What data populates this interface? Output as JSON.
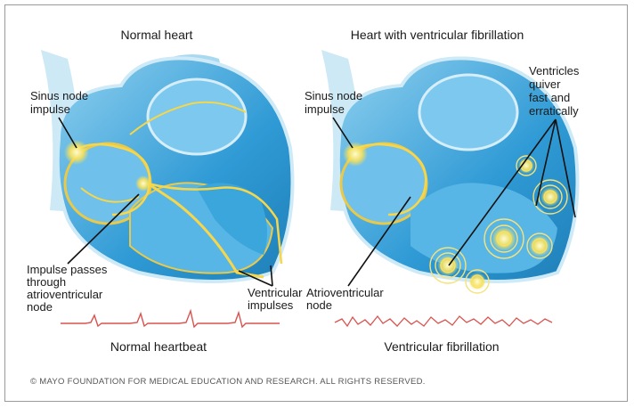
{
  "normal": {
    "title": "Normal heart",
    "sinus_label": [
      "Sinus node",
      "impulse"
    ],
    "av_label": [
      "Impulse passes",
      "through",
      "atrioventricular",
      "node"
    ],
    "vent_label": [
      "Ventricular",
      "impulses"
    ],
    "caption": "Normal heartbeat"
  },
  "vfib": {
    "title": "Heart with ventricular fibrillation",
    "sinus_label": [
      "Sinus node",
      "impulse"
    ],
    "av_label": [
      "Atrioventricular",
      "node"
    ],
    "quiver_label": [
      "Ventricles",
      "quiver",
      "fast and",
      "erratically"
    ],
    "caption": "Ventricular fibrillation"
  },
  "copyright": "© MAYO FOUNDATION FOR MEDICAL EDUCATION AND RESEARCH. ALL RIGHTS RESERVED.",
  "colors": {
    "heart_blue": "#3aa6dc",
    "heart_light": "#bfe4f5",
    "impulse_yellow": "#f6d64a",
    "ecg_red": "#d9534f"
  }
}
